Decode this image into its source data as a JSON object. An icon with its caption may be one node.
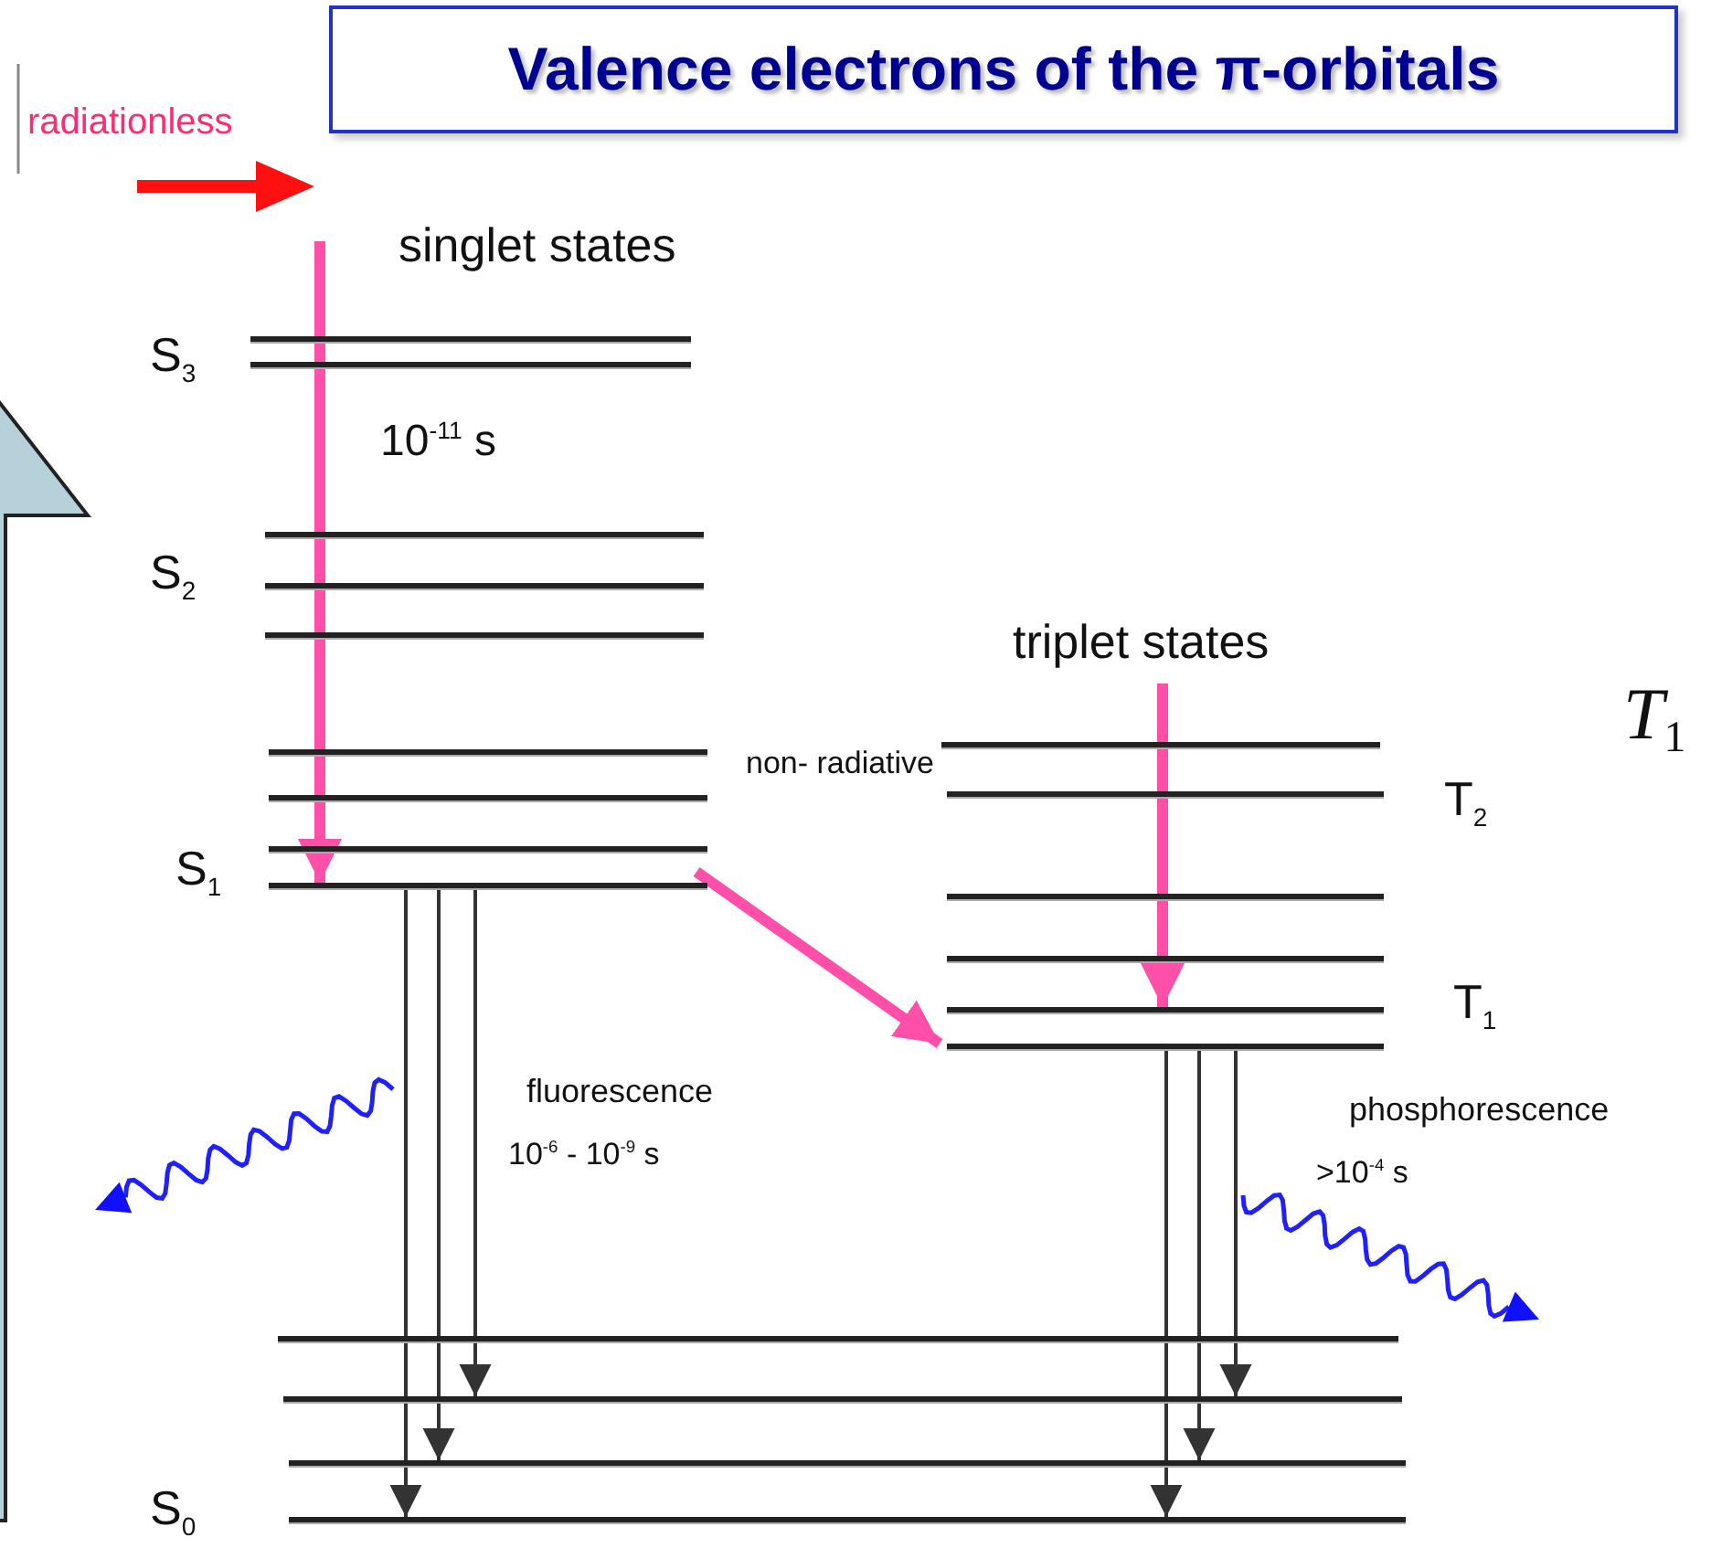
{
  "diagram": {
    "title": "Valence electrons of the π-orbitals",
    "nodes": [
      {
        "text": [],
        "shape": "bar"
      },
      {
        "text": [],
        "shape": "bar",
        "beside": [
          "S$_{3}$"
        ]
      },
      {
        "text": [],
        "shape": "bar"
      },
      {
        "text": [],
        "shape": "bar",
        "beside": [
          "S$_{2}$"
        ]
      },
      {
        "text": [],
        "shape": "bar"
      },
      {
        "text": [],
        "shape": "bar"
      },
      {
        "text": [],
        "shape": "bar"
      },
      {
        "text": [],
        "shape": "bar"
      },
      {
        "text": [],
        "shape": "bar",
        "beside": [
          "S$_{1}$"
        ]
      },
      {
        "text": [],
        "shape": "bar"
      },
      {
        "text": [],
        "shape": "bar",
        "beside": [
          "T$_{2}$"
        ]
      },
      {
        "text": [],
        "shape": "bar"
      },
      {
        "text": [],
        "shape": "bar"
      },
      {
        "text": [],
        "shape": "bar",
        "beside": [
          "T$_{1}$"
        ]
      },
      {
        "text": [],
        "shape": "bar"
      },
      {
        "text": [],
        "shape": "bar"
      },
      {
        "text": [],
        "shape": "bar"
      },
      {
        "text": [],
        "shape": "bar"
      },
      {
        "text": [],
        "shape": "bar",
        "beside": [
          "S$_{0}$"
        ]
      }
    ],
    "edges": [
      {
        "from": null,
        "to": 8,
        "arrow": "to",
        "style": "thick",
        "color": "#ff4fa8"
      },
      {
        "from": 7,
        "to": 14,
        "arrow": "to",
        "style": "thick",
        "color": "#ff4fa8"
      },
      {
        "from": null,
        "to": 13,
        "arrow": "to",
        "style": "thick",
        "color": "#ff4fa8"
      },
      {
        "from": 8,
        "to": 18,
        "arrow": "to"
      },
      {
        "from": 8,
        "to": 17,
        "arrow": "to"
      },
      {
        "from": 8,
        "to": 16,
        "arrow": "to"
      },
      {
        "from": 14,
        "to": 18,
        "arrow": "to"
      },
      {
        "from": 14,
        "to": 17,
        "arrow": "to"
      },
      {
        "from": 14,
        "to": 16,
        "arrow": "to"
      }
    ],
    "labels": [
      "radiationless",
      "singlet states",
      "10$^{-11}$ s",
      "triplet states",
      "T$_{1}$",
      "non- radiative",
      "fluorescence",
      "10$^{-6}$ - 10$^{-9}$ s",
      "phosphorescence",
      ">10$^{-4}$ s"
    ]
  }
}
